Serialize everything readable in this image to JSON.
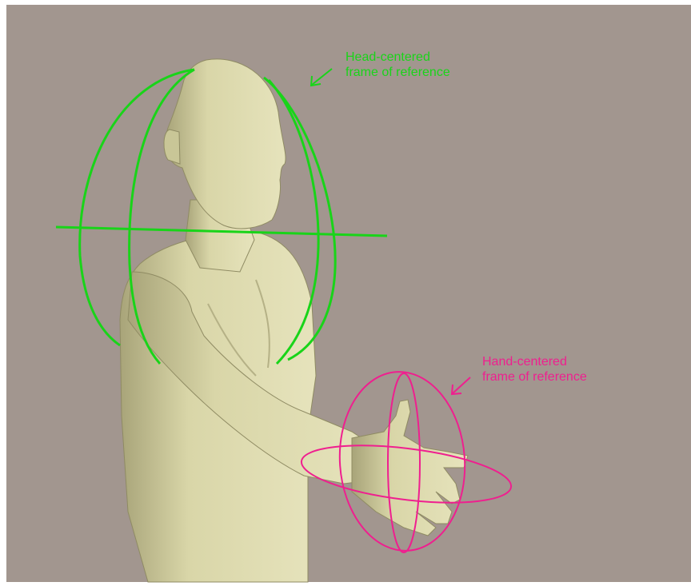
{
  "colors": {
    "background": "#a2968f",
    "body": "#d9d6a8",
    "body_shadow": "#a8a479",
    "head_frame": "#19d419",
    "hand_frame": "#ef1f8f"
  },
  "annotations": {
    "head_frame": {
      "line1": "Head-centered",
      "line2": "frame of reference"
    },
    "hand_frame": {
      "line1": "Hand-centered",
      "line2": "frame of reference"
    }
  }
}
